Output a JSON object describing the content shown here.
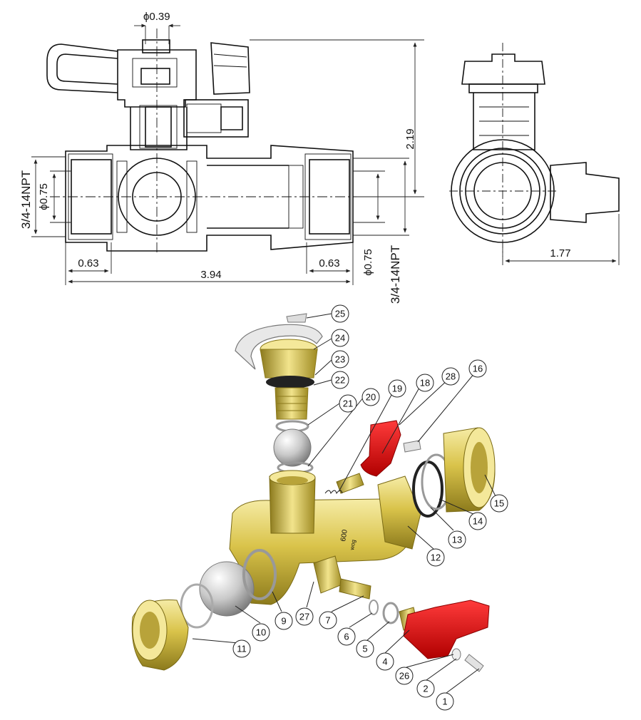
{
  "dimensions": {
    "top_dia": "ϕ0.39",
    "height": "2.19",
    "npt_left": "3/4-14NPT",
    "dia_left": "ϕ0.75",
    "left_end": "0.63",
    "overall": "3.94",
    "right_end": "0.63",
    "dia_right": "ϕ0.75",
    "npt_right": "3/4-14NPT",
    "side_width": "1.77"
  },
  "callouts": [
    "1",
    "2",
    "4",
    "5",
    "6",
    "7",
    "9",
    "10",
    "11",
    "12",
    "13",
    "14",
    "15",
    "16",
    "18",
    "19",
    "20",
    "21",
    "22",
    "23",
    "24",
    "25",
    "26",
    "27",
    "28"
  ],
  "part_markings": [
    "600",
    "wog"
  ],
  "colors": {
    "brass": "#d9c34a",
    "brass_dark": "#8c7a1c",
    "brass_light": "#f4e89a",
    "handle_red": "#e11313",
    "steel": "#c8c8c8",
    "ink": "#111111"
  }
}
